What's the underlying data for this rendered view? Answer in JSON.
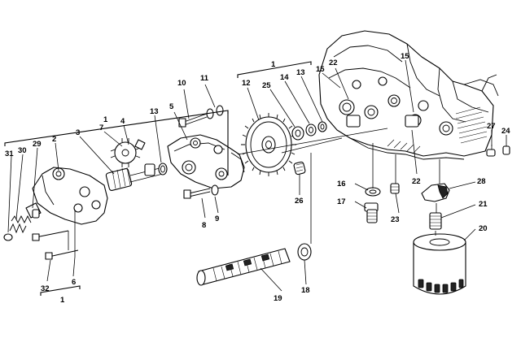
{
  "callouts": {
    "c1_left": "1",
    "c1_top": "1",
    "c1_bottom": "1",
    "c2": "2",
    "c3": "3",
    "c4": "4",
    "c5": "5",
    "c6": "6",
    "c7": "7",
    "c8": "8",
    "c9": "9",
    "c10": "10",
    "c11": "11",
    "c12": "12",
    "c13_a": "13",
    "c13_b": "13",
    "c14": "14",
    "c15_a": "15",
    "c15_b": "15",
    "c16": "16",
    "c17": "17",
    "c18": "18",
    "c19": "19",
    "c20": "20",
    "c21": "21",
    "c22_a": "22",
    "c22_b": "22",
    "c23": "23",
    "c24": "24",
    "c25": "25",
    "c26": "26",
    "c27": "27",
    "c28": "28",
    "c29": "29",
    "c30": "30",
    "c31": "31",
    "c32": "32"
  },
  "parts": {
    "oil_pump_cover": "oil-pump-cover",
    "oil_pump_body": "oil-pump-body",
    "pump_gear_driven": "pump-gear",
    "pump_shaft_gear": "pump-shaft-gear",
    "drive_gear": "oil-pump-drive-gear",
    "oil_pickup_strainer": "oil-pickup-strainer",
    "oil_filter": "oil-filter",
    "crankcase": "engine-crankcase"
  }
}
